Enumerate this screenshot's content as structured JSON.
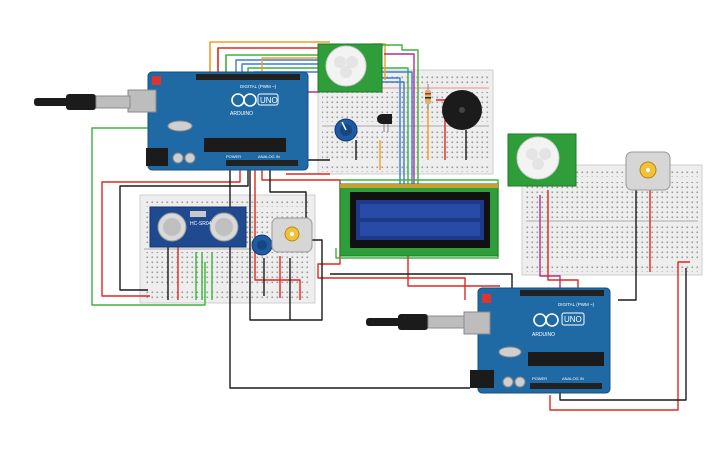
{
  "colors": {
    "arduino_board": "#1f6aa5",
    "pcb_green": "#2f9e3a",
    "wire_red": "#e0281f",
    "wire_black": "#1a1a1a",
    "wire_orange": "#f0a020",
    "wire_green": "#3bb33b",
    "wire_blue": "#3a7bd5",
    "wire_purple": "#b0308a",
    "lcd_blue": "#1d3a8a"
  },
  "arduino_top": {
    "brand": "ARDUINO",
    "model": "UNO",
    "digital_label": "DIGITAL (PWM ~)",
    "power_label": "POWER",
    "analog_label": "ANALOG IN",
    "icon": "usb-cable-icon"
  },
  "arduino_bottom": {
    "brand": "ARDUINO",
    "model": "UNO",
    "digital_label": "DIGITAL (PWM ~)",
    "power_label": "POWER",
    "analog_label": "ANALOG IN",
    "icon": "usb-cable-icon"
  },
  "ultrasonic_sensor": {
    "label": "HC-SR04"
  },
  "lcd": {
    "icon": "lcd-16x2-icon"
  },
  "components": {
    "pir_icon": "pir-sensor-icon",
    "buzzer_icon": "piezo-buzzer-icon",
    "motor_icon": "dc-motor-icon",
    "pot_icon": "potentiometer-icon",
    "transistor_icon": "transistor-icon"
  }
}
